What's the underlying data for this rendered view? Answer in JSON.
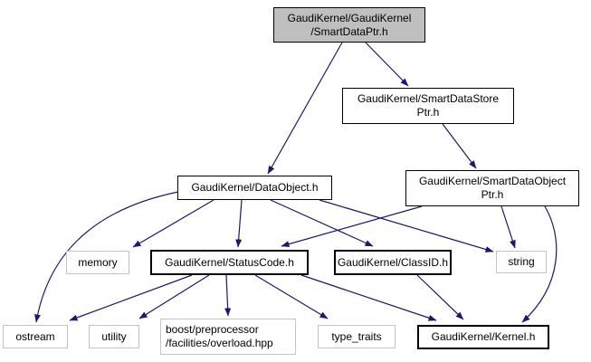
{
  "diagram": {
    "kind": "include-dependency-graph",
    "colors": {
      "background": "#ffffff",
      "edge": "#191970",
      "main_node_fill": "#bfbfbf",
      "node_fill": "#ffffff",
      "internal_node_border": "#000000",
      "system_node_border": "#c4c4c4",
      "text": "#000000"
    },
    "nodes": {
      "smart_data_ptr": {
        "kind": "main",
        "lines": [
          "GaudiKernel/GaudiKernel",
          "/SmartDataPtr.h"
        ]
      },
      "smart_data_store_ptr": {
        "kind": "internal",
        "lines": [
          "GaudiKernel/SmartDataStore",
          "Ptr.h"
        ]
      },
      "data_object": {
        "kind": "internal",
        "lines": [
          "GaudiKernel/DataObject.h"
        ]
      },
      "smart_data_object_ptr": {
        "kind": "internal",
        "lines": [
          "GaudiKernel/SmartDataObject",
          "Ptr.h"
        ]
      },
      "memory": {
        "kind": "system",
        "lines": [
          "memory"
        ]
      },
      "status_code": {
        "kind": "internal",
        "lines": [
          "GaudiKernel/StatusCode.h"
        ]
      },
      "class_id": {
        "kind": "internal",
        "lines": [
          "GaudiKernel/ClassID.h"
        ]
      },
      "string": {
        "kind": "system",
        "lines": [
          "string"
        ]
      },
      "ostream": {
        "kind": "system",
        "lines": [
          "ostream"
        ]
      },
      "utility": {
        "kind": "system",
        "lines": [
          "utility"
        ]
      },
      "boost_overload": {
        "kind": "system",
        "lines": [
          "boost/preprocessor",
          "/facilities/overload.hpp"
        ]
      },
      "type_traits": {
        "kind": "system",
        "lines": [
          "type_traits"
        ]
      },
      "kernel": {
        "kind": "internal",
        "lines": [
          "GaudiKernel/Kernel.h"
        ]
      }
    },
    "edges": [
      {
        "from": "smart_data_ptr",
        "to": "data_object"
      },
      {
        "from": "smart_data_ptr",
        "to": "smart_data_store_ptr"
      },
      {
        "from": "smart_data_store_ptr",
        "to": "smart_data_object_ptr"
      },
      {
        "from": "data_object",
        "to": "ostream"
      },
      {
        "from": "data_object",
        "to": "memory"
      },
      {
        "from": "data_object",
        "to": "status_code"
      },
      {
        "from": "data_object",
        "to": "class_id"
      },
      {
        "from": "data_object",
        "to": "string"
      },
      {
        "from": "smart_data_object_ptr",
        "to": "status_code"
      },
      {
        "from": "smart_data_object_ptr",
        "to": "string"
      },
      {
        "from": "smart_data_object_ptr",
        "to": "kernel"
      },
      {
        "from": "status_code",
        "to": "ostream"
      },
      {
        "from": "status_code",
        "to": "utility"
      },
      {
        "from": "status_code",
        "to": "boost_overload"
      },
      {
        "from": "status_code",
        "to": "type_traits"
      },
      {
        "from": "status_code",
        "to": "kernel"
      },
      {
        "from": "class_id",
        "to": "kernel"
      }
    ]
  }
}
